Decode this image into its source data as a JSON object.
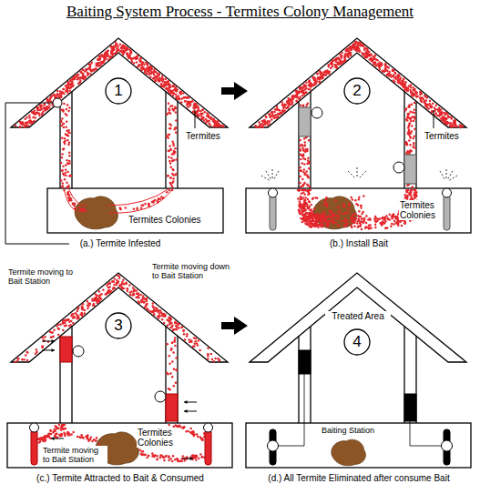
{
  "diagram": {
    "title": "Baiting System Process - Termites Colony Management",
    "nodes": [
      {
        "text": [
          "1"
        ]
      },
      {
        "text": [
          "2"
        ]
      },
      {
        "text": [
          "3"
        ]
      },
      {
        "text": [
          "4"
        ]
      }
    ],
    "labels": [
      "Termites",
      "Termites Colonies",
      "(a.) Termite Infested",
      "Termites",
      "Termites Colonies",
      "(b.) Install Bait",
      "Termite moving to Bait Station",
      "Termite moving down to Bait Station",
      "Termite moving to Bait Station",
      "Termites Colonies",
      "(c.) Termite Attracted to Bait & Consumed",
      "Treated Area",
      "Baiting Station",
      "(d.) All Termite Eliminated after consume Bait"
    ]
  }
}
